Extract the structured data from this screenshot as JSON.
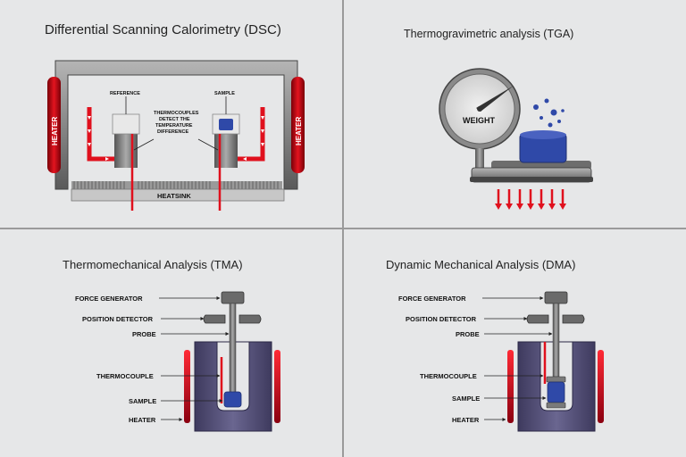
{
  "colors": {
    "background": "#e6e7e8",
    "divider": "#9a9a9a",
    "heater_red": "#d0101e",
    "sample_blue": "#2f49a8",
    "furnace_purple": "#5a567d",
    "metal_gray": "#8b8b8b"
  },
  "dsc": {
    "title": "Differential Scanning Calorimetry (DSC)",
    "heater_left": "HEATER",
    "heater_right": "HEATER",
    "reference": "REFERENCE",
    "sample": "SAMPLE",
    "thermo_note": [
      "THERMOCOUPLES",
      "DETECT THE",
      "TEMPERATURE",
      "DIFFERENCE"
    ],
    "heatsink": "HEATSINK"
  },
  "tga": {
    "title": "Thermogravimetric analysis (TGA)",
    "weight": "WEIGHT"
  },
  "tma": {
    "title": "Thermomechanical Analysis (TMA)",
    "labels": [
      "FORCE GENERATOR",
      "POSITION DETECTOR",
      "PROBE",
      "THERMOCOUPLE",
      "SAMPLE",
      "HEATER"
    ]
  },
  "dma": {
    "title": "Dynamic Mechanical Analysis (DMA)",
    "labels": [
      "FORCE GENERATOR",
      "POSITION DETECTOR",
      "PROBE",
      "THERMOCOUPLE",
      "SAMPLE",
      "HEATER"
    ]
  }
}
